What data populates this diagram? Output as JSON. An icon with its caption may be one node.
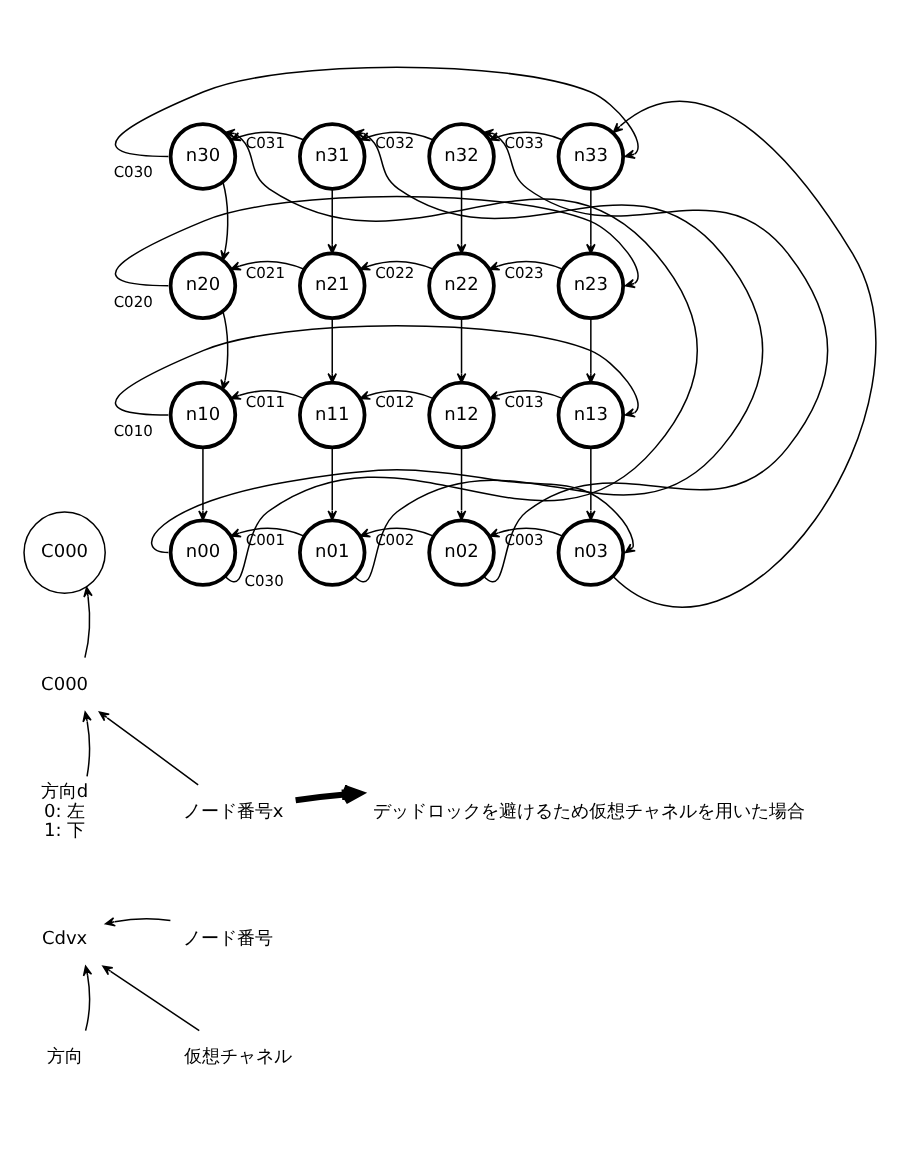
{
  "diagram": {
    "nodes": [
      {
        "text": [
          "n30"
        ]
      },
      {
        "text": [
          "n31"
        ]
      },
      {
        "text": [
          "n32"
        ]
      },
      {
        "text": [
          "n33"
        ]
      },
      {
        "text": [
          "n20"
        ]
      },
      {
        "text": [
          "n21"
        ]
      },
      {
        "text": [
          "n22"
        ]
      },
      {
        "text": [
          "n23"
        ]
      },
      {
        "text": [
          "n10"
        ]
      },
      {
        "text": [
          "n11"
        ]
      },
      {
        "text": [
          "n12"
        ]
      },
      {
        "text": [
          "n13"
        ]
      },
      {
        "text": [
          "n00"
        ]
      },
      {
        "text": [
          "n01"
        ]
      },
      {
        "text": [
          "n02"
        ]
      },
      {
        "text": [
          "n03"
        ]
      },
      {
        "text": [
          "C000"
        ]
      },
      {
        "text": [
          "C000"
        ]
      },
      {
        "text": [
          "方向d",
          "0: 左",
          "1: 下"
        ]
      },
      {
        "text": [
          "ノード番号x"
        ]
      },
      {
        "text": [
          "デッドロックを避けるため仮想チャネルを用いた場合"
        ]
      },
      {
        "text": [
          "Cdvx"
        ]
      },
      {
        "text": [
          "ノード番号"
        ]
      },
      {
        "text": [
          "方向"
        ]
      },
      {
        "text": [
          "仮想チャネル"
        ]
      }
    ],
    "edges": [
      {
        "from": 1,
        "to": 0,
        "arrow": "to",
        "label": "C031"
      },
      {
        "from": 2,
        "to": 1,
        "arrow": "to",
        "label": "C032"
      },
      {
        "from": 3,
        "to": 2,
        "arrow": "to",
        "label": "C033"
      },
      {
        "from": 0,
        "to": 3,
        "arrow": "to",
        "label": "C030"
      },
      {
        "from": 5,
        "to": 4,
        "arrow": "to",
        "label": "C021"
      },
      {
        "from": 6,
        "to": 5,
        "arrow": "to",
        "label": "C022"
      },
      {
        "from": 7,
        "to": 6,
        "arrow": "to",
        "label": "C023"
      },
      {
        "from": 4,
        "to": 7,
        "arrow": "to",
        "label": "C020"
      },
      {
        "from": 9,
        "to": 8,
        "arrow": "to",
        "label": "C011"
      },
      {
        "from": 10,
        "to": 9,
        "arrow": "to",
        "label": "C012"
      },
      {
        "from": 11,
        "to": 10,
        "arrow": "to",
        "label": "C013"
      },
      {
        "from": 8,
        "to": 11,
        "arrow": "to",
        "label": "C010"
      },
      {
        "from": 13,
        "to": 12,
        "arrow": "to",
        "label": "C001"
      },
      {
        "from": 14,
        "to": 13,
        "arrow": "to",
        "label": "C002"
      },
      {
        "from": 15,
        "to": 14,
        "arrow": "to",
        "label": "C003"
      },
      {
        "from": 12,
        "to": 15,
        "arrow": "to"
      },
      {
        "from": 0,
        "to": 4,
        "arrow": "to"
      },
      {
        "from": 4,
        "to": 8,
        "arrow": "to"
      },
      {
        "from": 8,
        "to": 12,
        "arrow": "to"
      },
      {
        "from": 12,
        "to": 0,
        "arrow": "to",
        "label": "C030"
      },
      {
        "from": 1,
        "to": 5,
        "arrow": "to"
      },
      {
        "from": 5,
        "to": 9,
        "arrow": "to"
      },
      {
        "from": 9,
        "to": 13,
        "arrow": "to"
      },
      {
        "from": 13,
        "to": 1,
        "arrow": "to"
      },
      {
        "from": 2,
        "to": 6,
        "arrow": "to"
      },
      {
        "from": 6,
        "to": 10,
        "arrow": "to"
      },
      {
        "from": 10,
        "to": 14,
        "arrow": "to"
      },
      {
        "from": 14,
        "to": 2,
        "arrow": "to"
      },
      {
        "from": 3,
        "to": 7,
        "arrow": "to"
      },
      {
        "from": 7,
        "to": 11,
        "arrow": "to"
      },
      {
        "from": 11,
        "to": 15,
        "arrow": "to"
      },
      {
        "from": 15,
        "to": 3,
        "arrow": "to"
      },
      {
        "from": 17,
        "to": 16,
        "arrow": "to"
      },
      {
        "from": 18,
        "to": 17,
        "arrow": "to"
      },
      {
        "from": 19,
        "to": 17,
        "arrow": "to"
      },
      {
        "from": 19,
        "to": 20,
        "arrow": "to",
        "style": "thick"
      },
      {
        "from": 22,
        "to": 21,
        "arrow": "to"
      },
      {
        "from": 23,
        "to": 21,
        "arrow": "to"
      },
      {
        "from": 24,
        "to": 21,
        "arrow": "to"
      }
    ]
  }
}
